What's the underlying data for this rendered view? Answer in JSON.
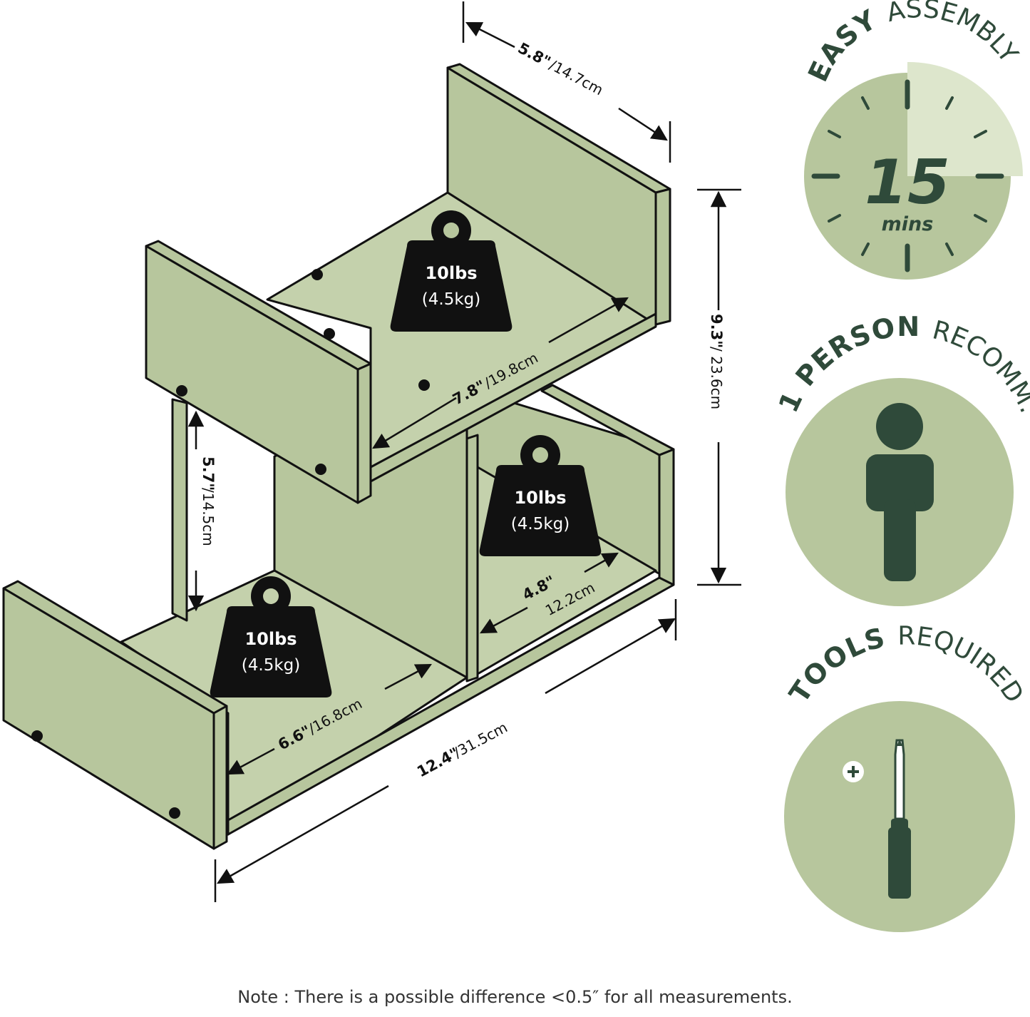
{
  "colors": {
    "panel": "#b7c69d",
    "panel_top": "#c4d1ac",
    "outline": "#111111",
    "badge_circle": "#b7c69d",
    "badge_dark": "#2f4a3a",
    "clock_highlight": "#dde6cc"
  },
  "dimensions": {
    "top_depth": {
      "inch": "5.8\"",
      "cm": "/14.7cm"
    },
    "total_height": {
      "inch": "9.3\"",
      "cm": "/ 23.6cm"
    },
    "upper_shelf_width": {
      "inch": "7.8\"",
      "cm": "/19.8cm"
    },
    "lower_left_height": {
      "inch": "5.7\"",
      "cm": "/14.5cm"
    },
    "right_compartment_width": {
      "inch": "4.8\"",
      "cm": "12.2cm"
    },
    "lower_shelf_width": {
      "inch": "6.6\"",
      "cm": "/16.8cm"
    },
    "total_width": {
      "inch": "12.4\"",
      "cm": "/31.5cm"
    }
  },
  "weights": [
    {
      "lbs": "10lbs",
      "kg": "(4.5kg)"
    },
    {
      "lbs": "10lbs",
      "kg": "(4.5kg)"
    },
    {
      "lbs": "10lbs",
      "kg": "(4.5kg)"
    }
  ],
  "badges": {
    "assembly": {
      "bold": "EASY",
      "regular": "ASSEMBLY",
      "number": "15",
      "unit": "mins",
      "icon": "clock-icon"
    },
    "person": {
      "bold": "1 PERSON",
      "regular": "RECOMM.",
      "icon": "person-icon"
    },
    "tools": {
      "bold": "TOOLS",
      "regular": "REQUIRED",
      "icon": "screwdriver-icon"
    }
  },
  "note": "Note : There is a possible difference <0.5″ for all measurements."
}
